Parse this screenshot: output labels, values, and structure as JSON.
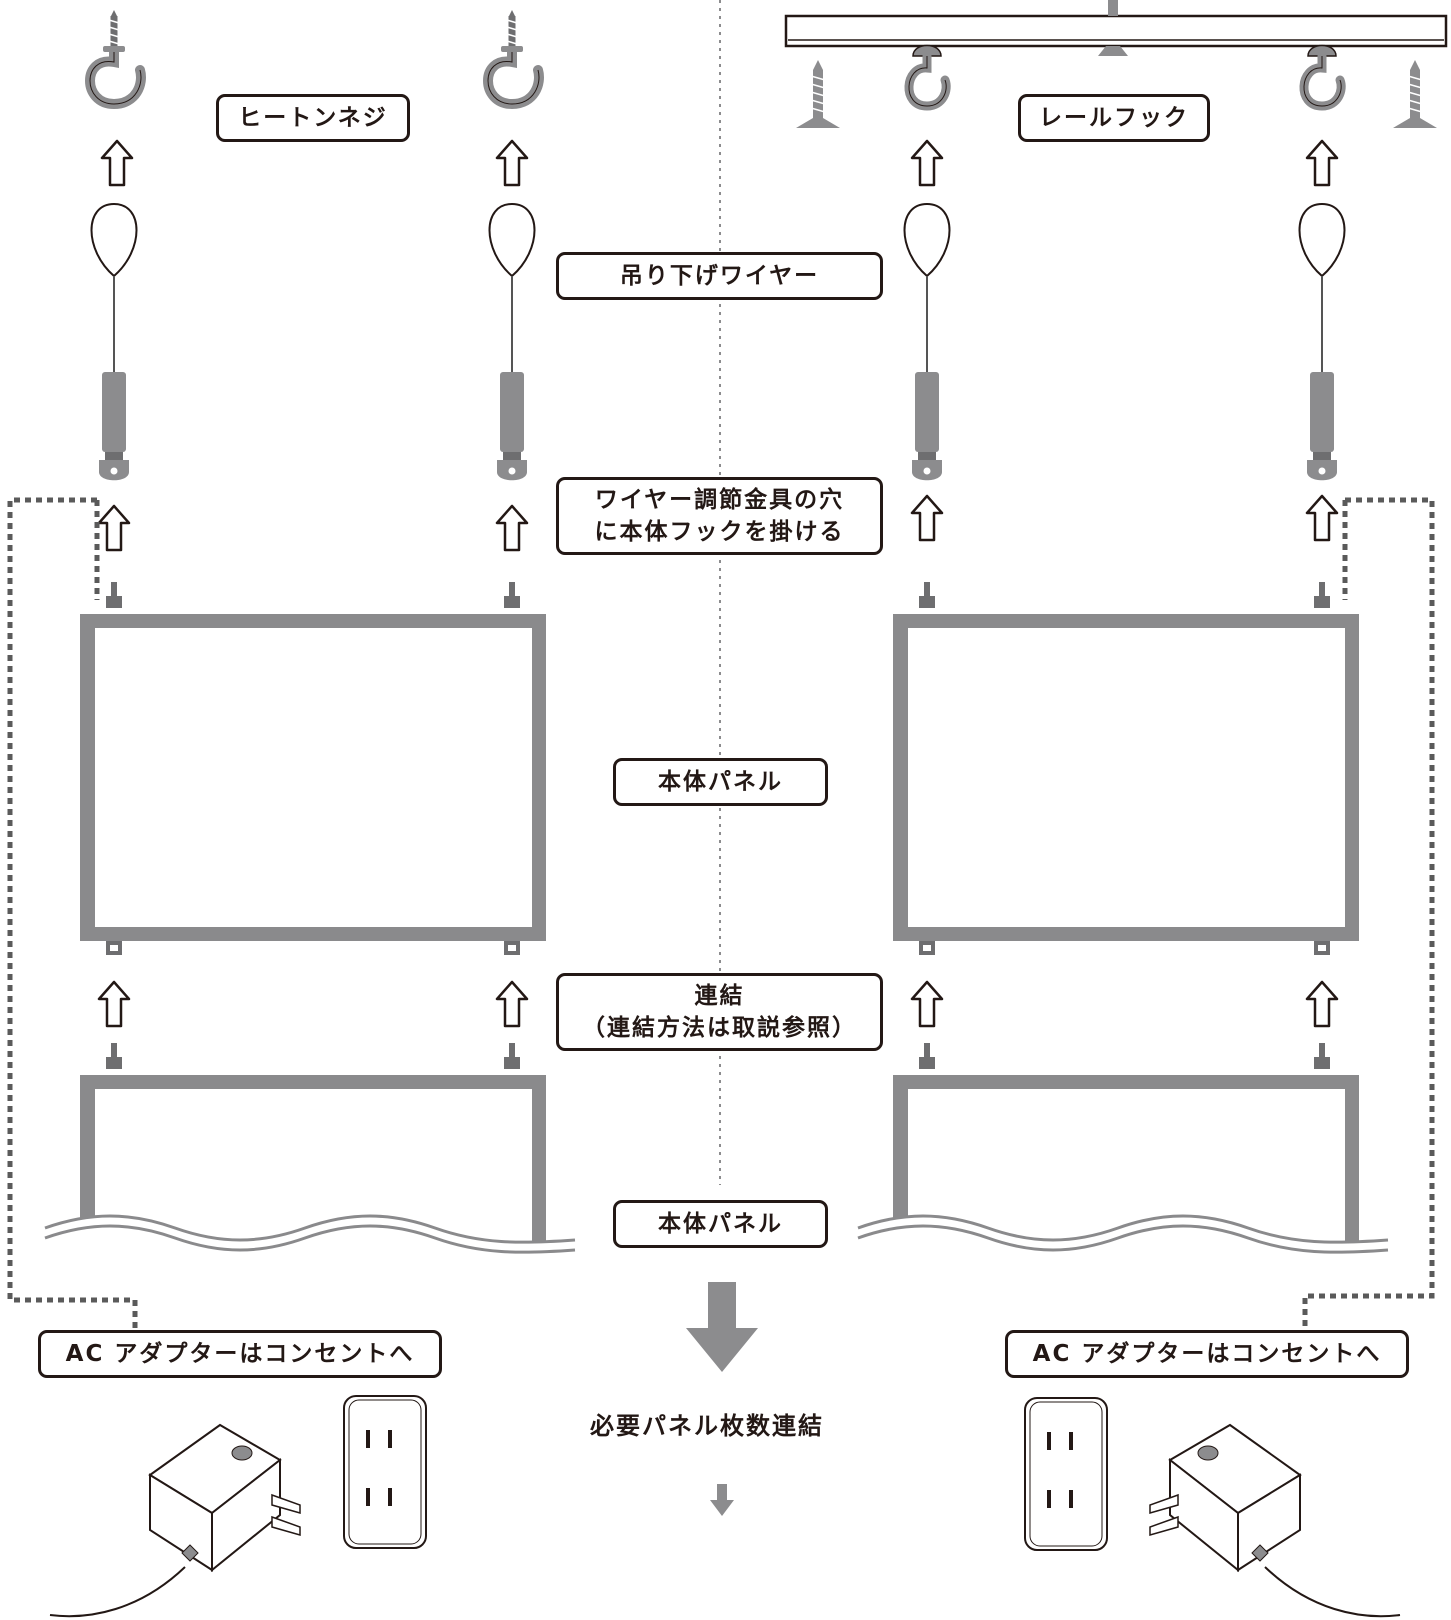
{
  "labels": {
    "eye_screw": "ヒートンネジ",
    "rail_hook": "レールフック",
    "wire": "吊り下げワイヤー",
    "wire_fitting_line1": "ワイヤー調節金具の穴",
    "wire_fitting_line2": "に本体フックを掛ける",
    "panel_1": "本体パネル",
    "connect_line1": "連結",
    "connect_line2": "（連結方法は取説参照）",
    "panel_2": "本体パネル",
    "adapter_left": "AC アダプターはコンセントへ",
    "adapter_right": "AC アダプターはコンセントへ",
    "repeat": "必要パネル枚数連結"
  },
  "icons": [
    "eye-screw-hook-icon",
    "ceiling-rail-icon",
    "rail-hook-icon",
    "wood-screw-icon",
    "up-arrow-icon",
    "wire-loop-icon",
    "wire-adjuster-icon",
    "panel-frame-icon",
    "down-arrow-icon",
    "ac-adapter-icon",
    "wall-outlet-icon"
  ],
  "colors": {
    "ink": "#231815",
    "frame_gray": "#8a8a8c",
    "metal_gray": "#8c8c8e",
    "cable_gray": "#5a5a5a"
  }
}
